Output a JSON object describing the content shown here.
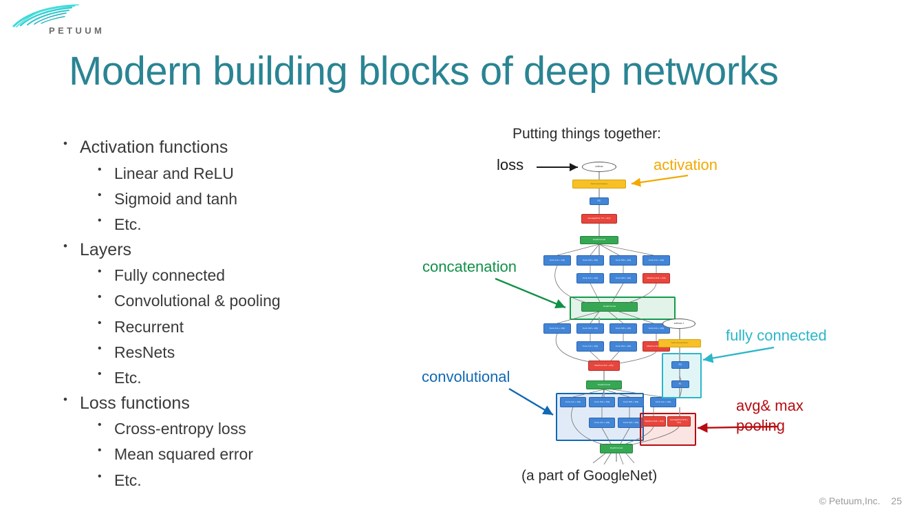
{
  "brand": {
    "logo_text": "PETUUM",
    "logo_color": "#35d6d6"
  },
  "title": "Modern building blocks of deep networks",
  "title_color": "#2a8493",
  "bullets": [
    {
      "level": 1,
      "text": "Activation functions"
    },
    {
      "level": 2,
      "text": "Linear and ReLU"
    },
    {
      "level": 2,
      "text": "Sigmoid and tanh"
    },
    {
      "level": 2,
      "text": "Etc."
    },
    {
      "level": 1,
      "text": "Layers"
    },
    {
      "level": 2,
      "text": "Fully connected"
    },
    {
      "level": 2,
      "text": "Convolutional & pooling"
    },
    {
      "level": 2,
      "text": "Recurrent"
    },
    {
      "level": 2,
      "text": "ResNets"
    },
    {
      "level": 2,
      "text": "Etc."
    },
    {
      "level": 1,
      "text": "Loss functions"
    },
    {
      "level": 2,
      "text": "Cross-entropy loss"
    },
    {
      "level": 2,
      "text": "Mean squared error"
    },
    {
      "level": 2,
      "text": "Etc."
    }
  ],
  "diagram": {
    "heading": "Putting things together:",
    "caption": "(a part of GoogleNet)",
    "annotations": [
      {
        "id": "loss",
        "text": "loss",
        "color": "#1a1a1a"
      },
      {
        "id": "activation",
        "text": "activation",
        "color": "#f2a900"
      },
      {
        "id": "concatenation",
        "text": "concatenation",
        "color": "#119148"
      },
      {
        "id": "convolutional",
        "text": "convolutional",
        "color": "#1168b3"
      },
      {
        "id": "fully-connected",
        "text": "fully connected",
        "color": "#2bb6c9"
      },
      {
        "id": "pooling",
        "text": "avg& max\npooling",
        "color": "#b50d12"
      }
    ],
    "pooling_line1": "avg& max",
    "pooling_line2": "pooling",
    "nodes": {
      "softmax": "softmax",
      "softmax_aux": "softmax 1",
      "softmax_activation": "SoftmaxActivation",
      "fc": "FC",
      "avgpool_7x7": "AveragePool\n7x7 + 1(V)",
      "avgpool_5x5": "AveragePool\n5x5 + 3(V)",
      "depthconcat": "DepthConcat",
      "conv_1x1_s1": "Conv\n1x1 + 1(S)",
      "conv_3x3_s1": "Conv\n3x3 + 1(S)",
      "conv_5x5_s1": "Conv\n5x5 + 1(S)",
      "maxpool_3x3_s1": "MaxPool\n3x3 + 1(S)",
      "maxpool_3x3_s2": "MaxPool\n3x3 + 2(S)"
    }
  },
  "footer": {
    "copyright": "© Petuum,Inc.",
    "page": "25"
  }
}
